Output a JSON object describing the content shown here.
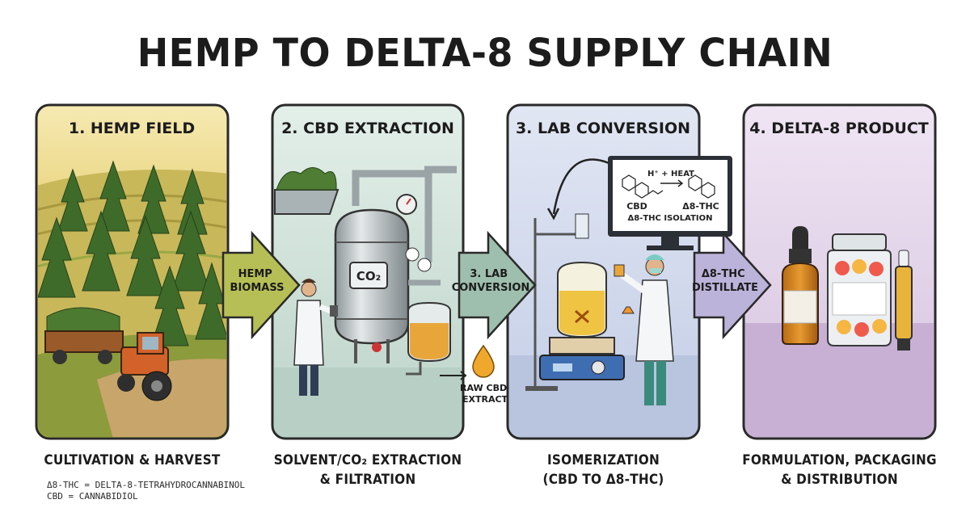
{
  "title": "HEMP TO DELTA-8 SUPPLY CHAIN",
  "panels": [
    {
      "heading": "1. HEMP FIELD",
      "caption": "CULTIVATION & HARVEST",
      "color": "#f2e2a6"
    },
    {
      "heading": "2. CBD EXTRACTION",
      "caption": [
        "SOLVENT/CO₂ EXTRACTION",
        "& FILTRATION"
      ],
      "color": "#d6e7df"
    },
    {
      "heading": "3. LAB CONVERSION",
      "caption": [
        "ISOMERIZATION",
        "(CBD TO Δ8-THC)"
      ],
      "color": "#d6dff0"
    },
    {
      "heading": "4. DELTA-8 PRODUCT",
      "caption": [
        "FORMULATION, PACKAGING",
        "& DISTRIBUTION"
      ],
      "color": "#e6d9ec"
    }
  ],
  "arrows": [
    {
      "label": [
        "HEMP",
        "BIOMASS"
      ],
      "color": "#b6bf55"
    },
    {
      "label": [
        "3. LAB",
        "CONVERSION"
      ],
      "color": "#9fbfae"
    },
    {
      "label": [
        "Δ8-THC",
        "DISTILLATE"
      ],
      "color": "#bcb3da"
    }
  ],
  "annotations": {
    "co2_tank": "CO₂",
    "raw_extract": [
      "RAW CBD",
      "EXTRACT"
    ],
    "monitor_reaction": "H⁺ + HEAT",
    "monitor_cbd": "CBD",
    "monitor_product": "Δ8-THC",
    "monitor_caption": "Δ8-THC ISOLATION"
  },
  "legend": [
    "Δ8-THC = DELTA-8-TETRAHYDROCANNABINOL",
    "CBD = CANNABIDIOL"
  ]
}
